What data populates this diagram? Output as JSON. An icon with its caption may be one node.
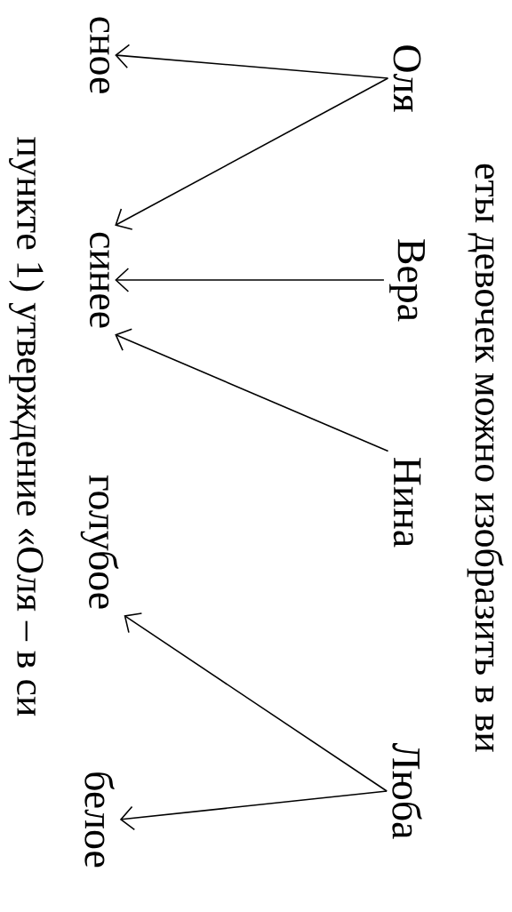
{
  "diagram": {
    "nodes": [
      {
        "text": [
          "Оля"
        ]
      },
      {
        "text": [
          "Вера"
        ]
      },
      {
        "text": [
          "Нина"
        ]
      },
      {
        "text": [
          "Люба"
        ]
      },
      {
        "text": [
          "сное"
        ]
      },
      {
        "text": [
          "синее"
        ]
      },
      {
        "text": [
          "голубое"
        ]
      },
      {
        "text": [
          "белое"
        ]
      }
    ],
    "edges": [
      {
        "from": 0,
        "to": 4,
        "arrow": "to"
      },
      {
        "from": 0,
        "to": 5,
        "arrow": "to"
      },
      {
        "from": 1,
        "to": 5,
        "arrow": "to"
      },
      {
        "from": 2,
        "to": 5,
        "arrow": "to"
      },
      {
        "from": 3,
        "to": 6,
        "arrow": "to"
      },
      {
        "from": 3,
        "to": 7,
        "arrow": "to"
      }
    ],
    "labels": [
      "еты девочек можно изобразить в ви",
      "пункте 1) утверждение «Оля – в си"
    ]
  }
}
